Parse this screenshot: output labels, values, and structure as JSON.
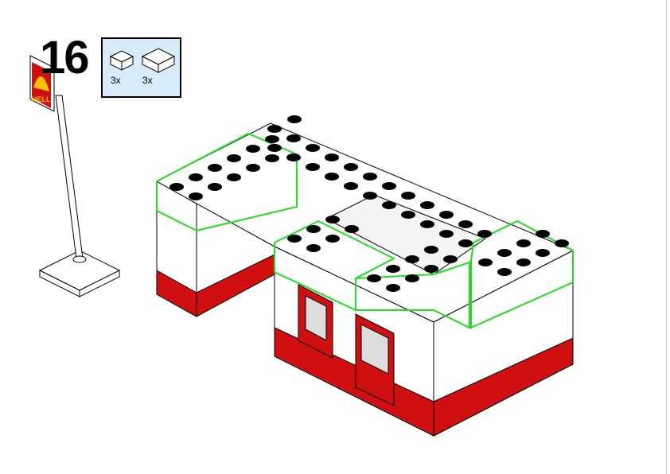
{
  "step": {
    "number": "16"
  },
  "parts_list": [
    {
      "part": "brick-2x2-white",
      "quantity": "3x"
    },
    {
      "part": "brick-2x4-white",
      "quantity": "3x"
    }
  ],
  "sign": {
    "text": "HELL"
  },
  "colors": {
    "red": "#d01010",
    "highlight": "#22dd22",
    "parts_bg": "#d7ecfb",
    "sign_yellow": "#f5c400"
  }
}
